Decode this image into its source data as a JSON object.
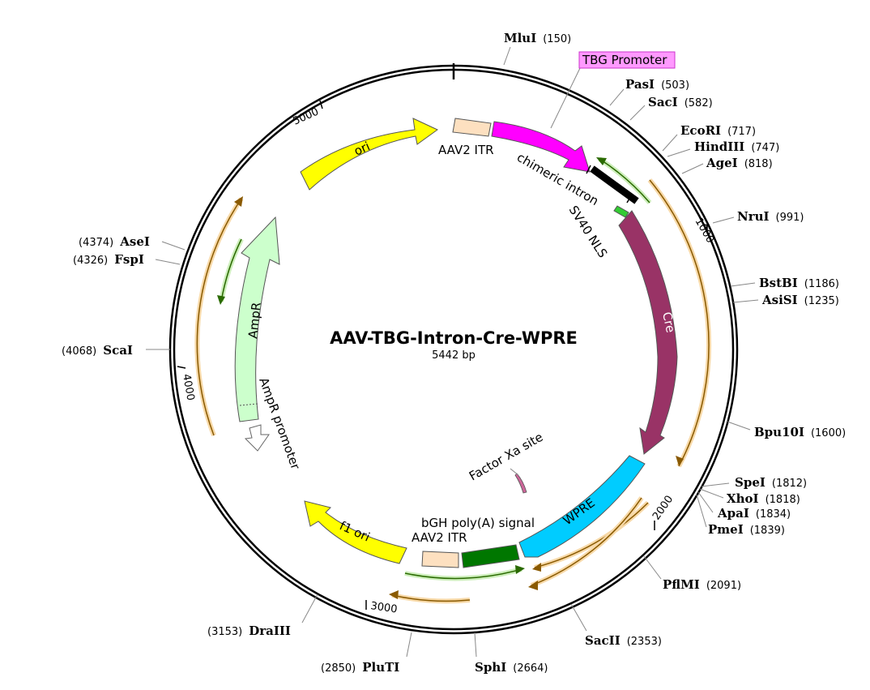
{
  "plasmid": {
    "name": "AAV-TBG-Intron-Cre-WPRE",
    "size_label": "5442 bp",
    "length": 5442
  },
  "colors": {
    "ori": "#ffff00",
    "itr": "#fde0c0",
    "promoter": "#ff00ff",
    "intron": "#000000",
    "nls": "#33cc33",
    "cre": "#993366",
    "wpre": "#00ccff",
    "polya": "#007700",
    "ampr": "#ccffcc",
    "factor_xa": "#cc6699",
    "orf_orange": "#ff9900",
    "orf_green": "#33aa00"
  },
  "ticks": [
    {
      "pos": 1000,
      "label": "1000"
    },
    {
      "pos": 2000,
      "label": "2000"
    },
    {
      "pos": 3000,
      "label": "3000"
    },
    {
      "pos": 4000,
      "label": "4000"
    },
    {
      "pos": 5000,
      "label": "5000"
    }
  ],
  "sites": [
    {
      "id": "mlui",
      "name": "MluI",
      "pos": "(150)",
      "side": "right"
    },
    {
      "id": "pasi",
      "name": "PasI",
      "pos": "(503)",
      "side": "right"
    },
    {
      "id": "saci",
      "name": "SacI",
      "pos": "(582)",
      "side": "right"
    },
    {
      "id": "ecori",
      "name": "EcoRI",
      "pos": "(717)",
      "side": "right"
    },
    {
      "id": "hindiii",
      "name": "HindIII",
      "pos": "(747)",
      "side": "right"
    },
    {
      "id": "agei",
      "name": "AgeI",
      "pos": "(818)",
      "side": "right"
    },
    {
      "id": "erui",
      "name": "NruI",
      "pos": "(991)",
      "side": "right"
    },
    {
      "id": "bstbi",
      "name": "BstBI",
      "pos": "(1186)",
      "side": "right"
    },
    {
      "id": "asisi",
      "name": "AsiSI",
      "pos": "(1235)",
      "side": "right"
    },
    {
      "id": "bpu10i",
      "name": "Bpu10I",
      "pos": "(1600)",
      "side": "right"
    },
    {
      "id": "spei",
      "name": "SpeI",
      "pos": "(1812)",
      "side": "right"
    },
    {
      "id": "xhoi",
      "name": "XhoI",
      "pos": "(1818)",
      "side": "right"
    },
    {
      "id": "apai",
      "name": "ApaI",
      "pos": "(1834)",
      "side": "right"
    },
    {
      "id": "pmei",
      "name": "PmeI",
      "pos": "(1839)",
      "side": "right"
    },
    {
      "id": "pflmi",
      "name": "PflMI",
      "pos": "(2091)",
      "side": "right"
    },
    {
      "id": "sacii",
      "name": "SacII",
      "pos": "(2353)",
      "side": "right"
    },
    {
      "id": "sphi",
      "name": "SphI",
      "pos": "(2664)",
      "side": "right"
    },
    {
      "id": "pluti",
      "name": "PluTI",
      "pos": "(2850)",
      "side": "left"
    },
    {
      "id": "draiii",
      "name": "DraIII",
      "pos": "(3153)",
      "side": "left"
    },
    {
      "id": "scai",
      "name": "ScaI",
      "pos": "(4068)",
      "side": "left"
    },
    {
      "id": "fspi",
      "name": "FspI",
      "pos": "(4326)",
      "side": "left"
    },
    {
      "id": "asei",
      "name": "AseI",
      "pos": "(4374)",
      "side": "left"
    }
  ],
  "features": [
    {
      "id": "ori",
      "label": "ori"
    },
    {
      "id": "aav2-itr-1",
      "label": "AAV2 ITR"
    },
    {
      "id": "tbg-promoter",
      "label": "TBG Promoter"
    },
    {
      "id": "chimeric-intron",
      "label": "chimeric intron"
    },
    {
      "id": "sv40-nls",
      "label": "SV40 NLS"
    },
    {
      "id": "cre",
      "label": "Cre"
    },
    {
      "id": "wpre",
      "label": "WPRE"
    },
    {
      "id": "factor-xa",
      "label": "Factor Xa site"
    },
    {
      "id": "bgh-polya",
      "label": "bGH poly(A) signal"
    },
    {
      "id": "aav2-itr-2",
      "label": "AAV2 ITR"
    },
    {
      "id": "f1-ori",
      "label": "f1 ori"
    },
    {
      "id": "ampr-promoter",
      "label": "AmpR promoter"
    },
    {
      "id": "ampr",
      "label": "AmpR"
    }
  ]
}
